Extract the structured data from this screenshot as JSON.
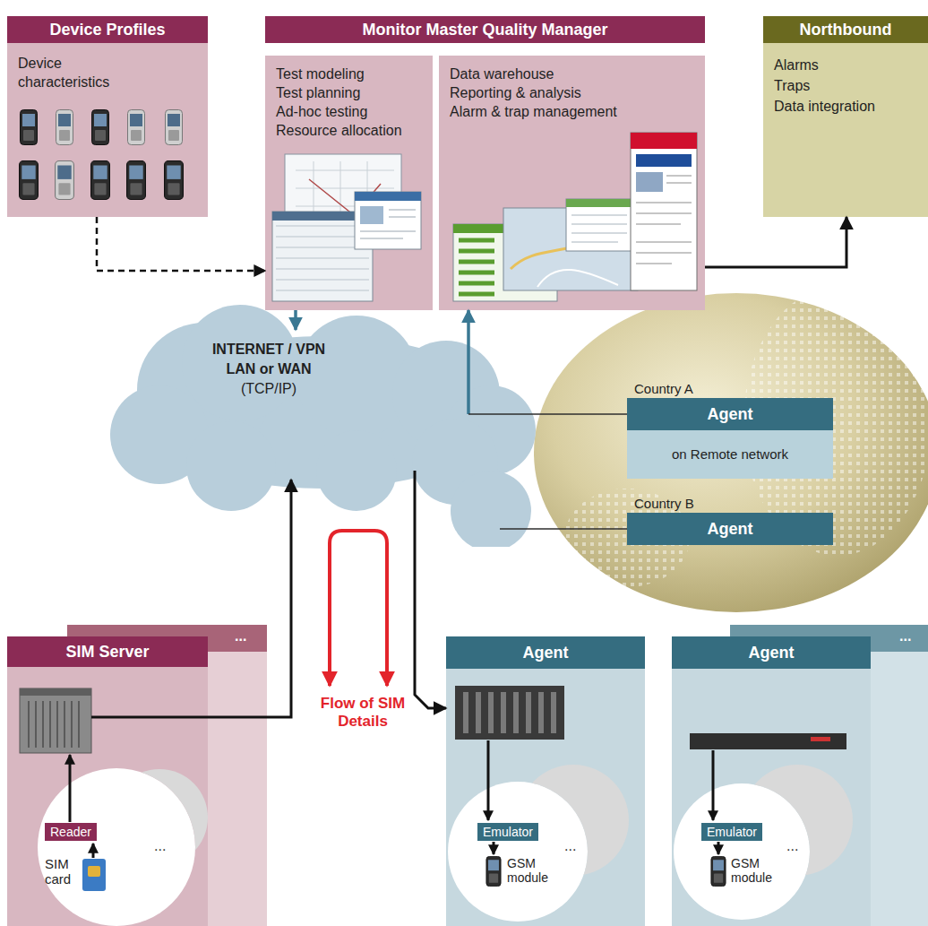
{
  "diagram": {
    "nodes": [
      {
        "text": [
          "Device Profiles",
          "Device characteristics"
        ]
      },
      {
        "text": [
          "Monitor Master Quality Manager"
        ]
      },
      {
        "text": [
          "Test modeling",
          "Test planning",
          "Ad-hoc testing",
          "Resource allocation"
        ],
        "in": 1
      },
      {
        "text": [
          "Data warehouse",
          "Reporting & analysis",
          "Alarm & trap management"
        ],
        "in": 1
      },
      {
        "text": [
          "Northbound",
          "Alarms",
          "Traps",
          "Data integration"
        ]
      },
      {
        "text": [
          "INTERNET / VPN",
          "LAN or WAN",
          "(TCP/IP)"
        ]
      },
      {
        "text": [
          "Country A",
          "Agent",
          "on Remote network"
        ]
      },
      {
        "text": [
          "Country B",
          "Agent"
        ]
      },
      {
        "text": [
          "SIM Server"
        ]
      },
      {
        "text": [
          "SIM card"
        ],
        "in": 8
      },
      {
        "text": [
          "Reader"
        ],
        "in": 9
      },
      {
        "text": [
          "Agent"
        ]
      },
      {
        "text": [
          "GSM module"
        ],
        "in": 11
      },
      {
        "text": [
          "Emulator"
        ],
        "in": 12
      },
      {
        "text": [
          "Agent"
        ]
      },
      {
        "text": [
          "GSM module"
        ],
        "in": 14
      },
      {
        "text": [
          "Emulator"
        ],
        "in": 15
      }
    ],
    "edges": [
      {
        "from": 0,
        "to": 2,
        "arrow": "to"
      },
      {
        "from": 2,
        "to": 5,
        "arrow": "to"
      },
      {
        "from": 5,
        "to": 3,
        "arrow": "to"
      },
      {
        "from": 3,
        "to": 4,
        "arrow": "to"
      },
      {
        "from": 5,
        "to": 6,
        "arrow": "none"
      },
      {
        "from": 5,
        "to": 7,
        "arrow": "none"
      },
      {
        "from": 8,
        "to": 5,
        "arrow": "to"
      },
      {
        "from": 5,
        "to": 11,
        "arrow": "to"
      }
    ],
    "labels": [
      "...",
      "...",
      "Flow of SIM Details",
      "...",
      "...",
      "..."
    ]
  }
}
